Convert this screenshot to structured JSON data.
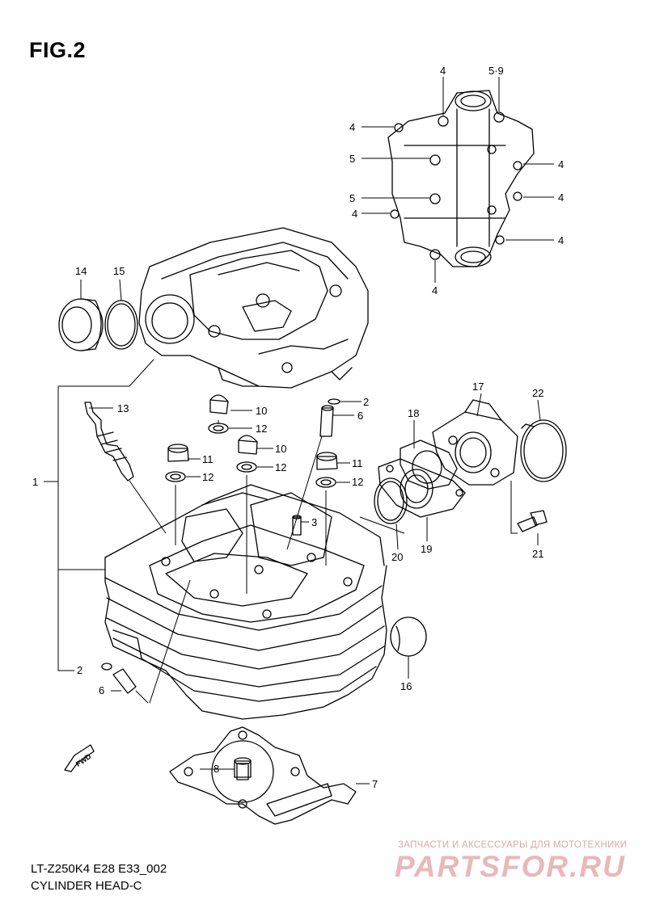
{
  "figure": {
    "title": "FIG.2",
    "code": "LT-Z250K4 E28 E33_002",
    "caption": "CYLINDER HEAD-C"
  },
  "fwd_label": "FWD",
  "callouts": {
    "c1": "1",
    "c2a": "2",
    "c2b": "2",
    "c3": "3",
    "c4a": "4",
    "c4b": "4",
    "c4c": "4",
    "c4d": "4",
    "c4e": "4",
    "c4f": "4",
    "c4g": "4",
    "c5a": "5",
    "c5b": "5",
    "c59": "5·9",
    "c6a": "6",
    "c6b": "6",
    "c7": "7",
    "c8": "8",
    "c10a": "10",
    "c10b": "10",
    "c11a": "11",
    "c11b": "11",
    "c12a": "12",
    "c12b": "12",
    "c12c": "12",
    "c12d": "12",
    "c13": "13",
    "c14": "14",
    "c15": "15",
    "c16": "16",
    "c17": "17",
    "c18": "18",
    "c19": "19",
    "c20": "20",
    "c21": "21",
    "c22": "22"
  },
  "watermark": {
    "subtitle": "ЗАПЧАСТИ И АКСЕССУАРЫ ДЛЯ МОТОТЕХНИКИ",
    "logo": "PARTSFOR.RU"
  }
}
